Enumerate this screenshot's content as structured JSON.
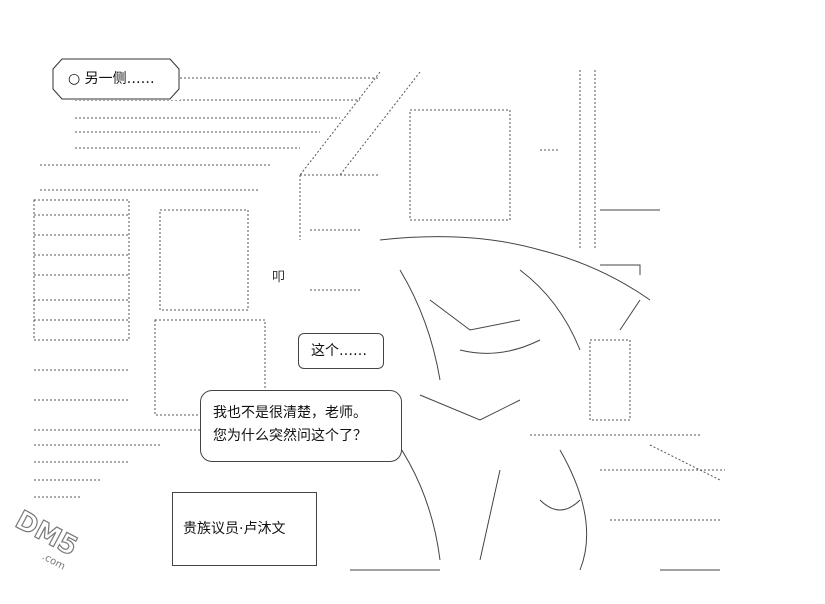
{
  "bubbles": {
    "top_left": "○ 另一侧……",
    "middle": "这个……",
    "main_line1": "我也不是很清楚，老师。",
    "main_line2": "您为什么突然问这个了？",
    "name_box": "贵族议员·卢沐文"
  },
  "sign": "叩",
  "watermark": "DM5.com"
}
